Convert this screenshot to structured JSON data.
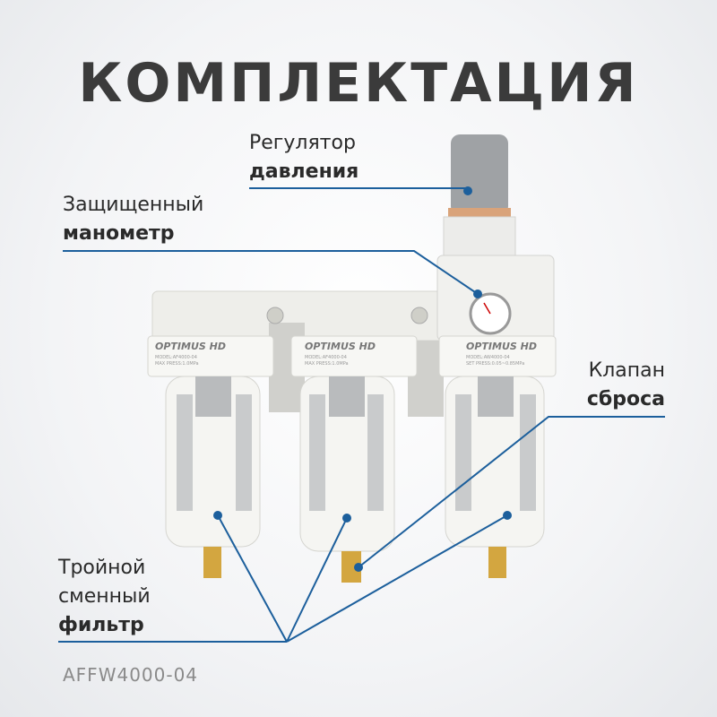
{
  "title": "КОМПЛЕКТАЦИЯ",
  "labels": {
    "regulator": {
      "line1": "Регулятор",
      "line2": "давления"
    },
    "gauge": {
      "line1": "Защищенный",
      "line2": "манометр"
    },
    "valve": {
      "line1": "Клапан",
      "line2": "сброса"
    },
    "filter": {
      "line1": "Тройной",
      "line2": "сменный",
      "line3": "фильтр"
    }
  },
  "product": {
    "units": [
      {
        "brand": "OPTIMUS HD",
        "model": "MODEL:AF4000-04",
        "spec": "MAX PRESS:1.0MPa"
      },
      {
        "brand": "OPTIMUS HD",
        "model": "MODEL:AF4000-04",
        "spec": "MAX PRESS:1.0MPa"
      },
      {
        "brand": "OPTIMUS HD",
        "model": "MODEL:AW4000-04",
        "spec": "SET PRESS:0.05~0.85MPa"
      }
    ]
  },
  "model_code": "AFFW4000-04",
  "colors": {
    "accent_line": "#1c5f9c",
    "title": "#3b3b3b"
  }
}
